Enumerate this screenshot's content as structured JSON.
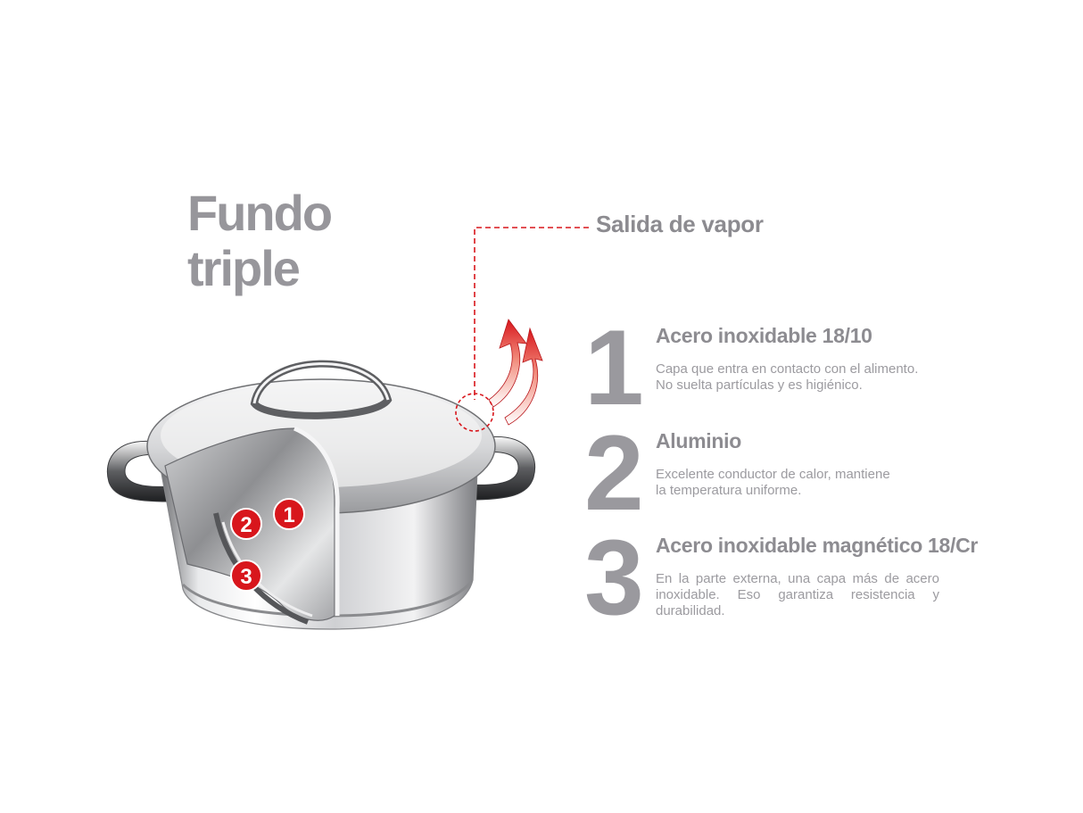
{
  "title": {
    "line1": "Fundo",
    "line2": "triple"
  },
  "vapor_label": "Salida de vapor",
  "layers": [
    {
      "number": "1",
      "title": "Acero inoxidable 18/10",
      "description": [
        "Capa que entra en contacto con el alimento.",
        "No suelta partículas y es higiénico."
      ]
    },
    {
      "number": "2",
      "title": "Aluminio",
      "description": [
        "Excelente conductor de calor, mantiene",
        "la temperatura uniforme."
      ]
    },
    {
      "number": "3",
      "title": "Acero inoxidable magnético 18/Cr",
      "description": [
        "En la parte externa, una capa más de acero inoxidable. Eso garantiza resistencia y durabilidad."
      ]
    }
  ],
  "badges": [
    "1",
    "2",
    "3"
  ],
  "colors": {
    "accent_red": "#d8161c",
    "text_gray": "#8d8c91",
    "dashed_line": "#d8161c"
  }
}
